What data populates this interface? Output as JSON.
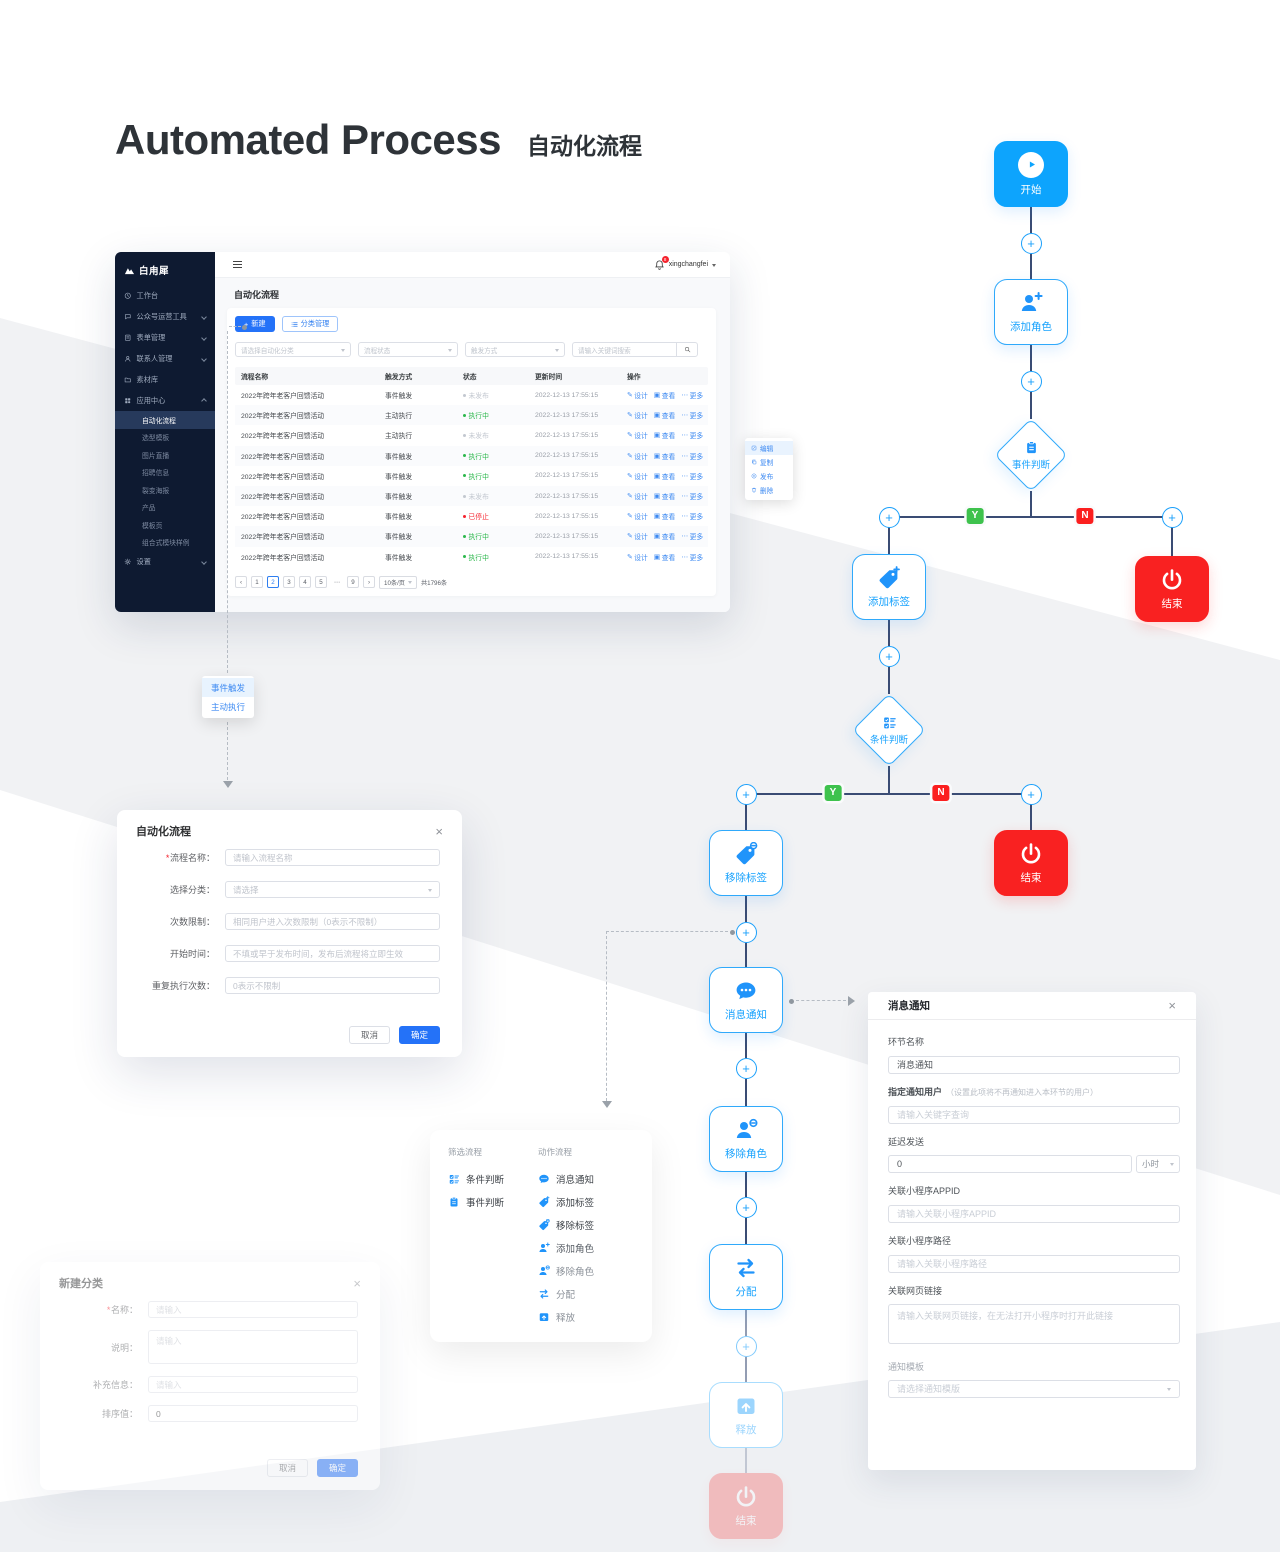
{
  "header": {
    "title": "Automated Process",
    "subtitle": "自动化流程"
  },
  "required_mark": "*",
  "icons": {
    "plus": "+",
    "close": "×",
    "design_glyph": "✎",
    "view_glyph": "▣",
    "more_glyph": "⋯",
    "prev": "‹",
    "next": "›"
  },
  "dashboard": {
    "logo": "白甪犀",
    "topbar": {
      "username": "xingchangfei",
      "badge": "8"
    },
    "menu": [
      {
        "label": "工作台"
      },
      {
        "label": "公众号运营工具"
      },
      {
        "label": "表单管理"
      },
      {
        "label": "联系人管理"
      },
      {
        "label": "素材库"
      },
      {
        "label": "应用中心"
      }
    ],
    "submenu": [
      {
        "label": "自动化流程"
      },
      {
        "label": "选型模板"
      },
      {
        "label": "图片直播"
      },
      {
        "label": "招聘信息"
      },
      {
        "label": "裂变海报"
      },
      {
        "label": "产品"
      },
      {
        "label": "模板页"
      },
      {
        "label": "组合式模块样例"
      }
    ],
    "settings_label": "设置",
    "page_title": "自动化流程",
    "toolbar": {
      "create": "新建",
      "category": "分类管理"
    },
    "filters": {
      "category": "请选择自动化分类",
      "status": "流程状态",
      "trigger": "触发方式",
      "search": "请输入关键词搜索"
    },
    "table": {
      "headers": {
        "name": "流程名称",
        "trigger": "触发方式",
        "status": "状态",
        "time": "更新时间",
        "action": "操作"
      },
      "actions": {
        "design": "设计",
        "view": "查看",
        "more": "更多"
      },
      "rows": [
        {
          "name": "2022年跨年老客户回馈活动",
          "trigger": "事件触发",
          "status": "未发布",
          "time": "2022-12-13 17:55:15"
        },
        {
          "name": "2022年跨年老客户回馈活动",
          "trigger": "主动执行",
          "status": "执行中",
          "time": "2022-12-13 17:55:15"
        },
        {
          "name": "2022年跨年老客户回馈活动",
          "trigger": "主动执行",
          "status": "未发布",
          "time": "2022-12-13 17:55:15"
        },
        {
          "name": "2022年跨年老客户回馈活动",
          "trigger": "事件触发",
          "status": "执行中",
          "time": "2022-12-13 17:55:15"
        },
        {
          "name": "2022年跨年老客户回馈活动",
          "trigger": "事件触发",
          "status": "执行中",
          "time": "2022-12-13 17:55:15"
        },
        {
          "name": "2022年跨年老客户回馈活动",
          "trigger": "事件触发",
          "status": "未发布",
          "time": "2022-12-13 17:55:15"
        },
        {
          "name": "2022年跨年老客户回馈活动",
          "trigger": "事件触发",
          "status": "已停止",
          "time": "2022-12-13 17:55:15"
        },
        {
          "name": "2022年跨年老客户回馈活动",
          "trigger": "事件触发",
          "status": "执行中",
          "time": "2022-12-13 17:55:15"
        },
        {
          "name": "2022年跨年老客户回馈活动",
          "trigger": "事件触发",
          "status": "执行中",
          "time": "2022-12-13 17:55:15"
        }
      ]
    },
    "context_menu": {
      "edit": "编辑",
      "copy": "复制",
      "publish": "发布",
      "delete": "删除"
    },
    "pagination": {
      "pages": [
        "1",
        "2",
        "3",
        "4",
        "5",
        "⋯",
        "9"
      ],
      "size": "10条/页",
      "total": "共1796条"
    }
  },
  "trigger_menu": {
    "event": "事件触发",
    "manual": "主动执行"
  },
  "flow_modal": {
    "title": "自动化流程",
    "f1_label": "流程名称：",
    "f1_ph": "请输入流程名称",
    "f2_label": "选择分类：",
    "f2_ph": "请选择",
    "f3_label": "次数限制：",
    "f3_ph": "相同用户进入次数限制（0表示不限制）",
    "f4_label": "开始时间：",
    "f4_ph": "不填或早于发布时间，发布后流程将立即生效",
    "f5_label": "重复执行次数：",
    "f5_ph": "0表示不限制",
    "cancel": "取消",
    "ok": "确定"
  },
  "category_modal": {
    "title": "新建分类",
    "f1_label": "名称：",
    "f1_ph": "请输入",
    "f2_label": "说明：",
    "f2_ph": "请输入",
    "f3_label": "补充信息：",
    "f3_ph": "请输入",
    "f4_label": "排序值：",
    "f4_value": "0",
    "cancel": "取消",
    "ok": "确定"
  },
  "palette": {
    "filter_title": "筛选流程",
    "filter_items": [
      {
        "label": "条件判断"
      },
      {
        "label": "事件判断"
      }
    ],
    "action_title": "动作流程",
    "action_items": [
      {
        "label": "消息通知"
      },
      {
        "label": "添加标签"
      },
      {
        "label": "移除标签"
      },
      {
        "label": "添加角色"
      },
      {
        "label": "移除角色"
      },
      {
        "label": "分配"
      },
      {
        "label": "释放"
      }
    ]
  },
  "notify_panel": {
    "title": "消息通知",
    "f_name_label": "环节名称",
    "f_name_value": "消息通知",
    "f_user_label": "指定通知用户",
    "f_user_hint": "（设置此项将不再通知进入本环节的用户）",
    "f_user_ph": "请输入关键字查询",
    "f_delay_label": "延迟发送",
    "f_delay_value": "0",
    "f_delay_unit": "小时",
    "f_appid_label": "关联小程序APPID",
    "f_appid_ph": "请输入关联小程序APPID",
    "f_path_label": "关联小程序路径",
    "f_path_ph": "请输入关联小程序路径",
    "f_link_label": "关联网页链接",
    "f_link_ph": "请输入关联网页链接，在无法打开小程序时打开此链接",
    "f_tpl_label": "通知模板",
    "f_tpl_ph": "请选择通知模版"
  },
  "flow": {
    "start": "开始",
    "add_role": "添加角色",
    "event_judge": "事件判断",
    "add_tag": "添加标签",
    "end": "结束",
    "cond_judge": "条件判断",
    "remove_tag": "移除标签",
    "notify": "消息通知",
    "remove_role": "移除角色",
    "assign": "分配",
    "release": "释放",
    "yes": "Y",
    "no": "N"
  }
}
